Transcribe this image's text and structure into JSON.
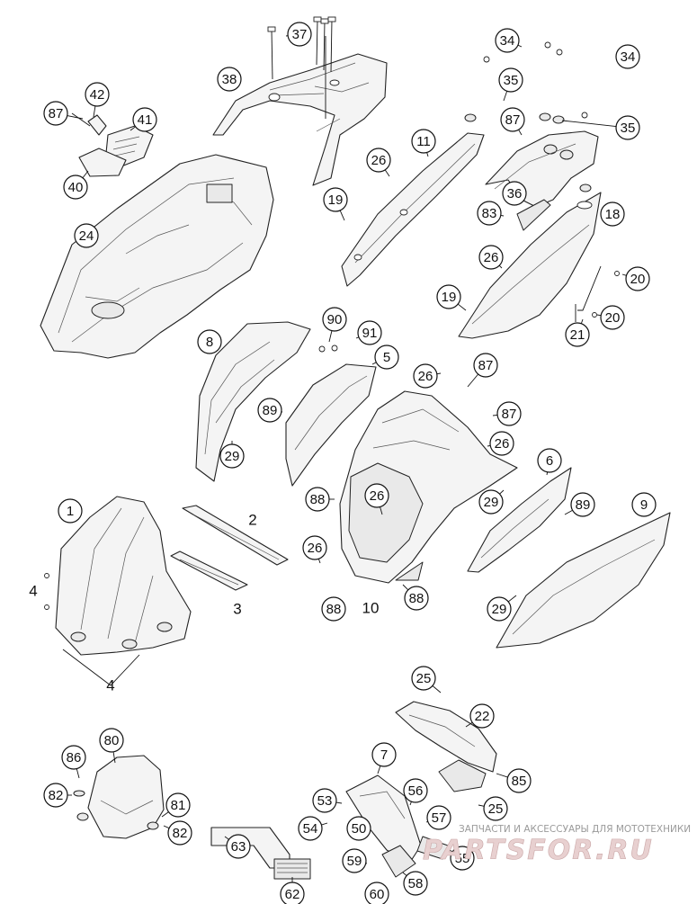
{
  "callouts": {
    "c37": "37",
    "c38": "38",
    "c42": "42",
    "c87a": "87",
    "c41": "41",
    "c40": "40",
    "c24": "24",
    "c34a": "34",
    "c34b": "34",
    "c35a": "35",
    "c87b": "87",
    "c35b": "35",
    "c11": "11",
    "c26a": "26",
    "c36": "36",
    "c19a": "19",
    "c83": "83",
    "c18": "18",
    "c26b": "26",
    "c20a": "20",
    "c19b": "19",
    "c20b": "20",
    "c21": "21",
    "c90": "90",
    "c91": "91",
    "c8": "8",
    "c5": "5",
    "c26c": "26",
    "c87c": "87",
    "c87d": "87",
    "c89a": "89",
    "c29a": "29",
    "c26d": "26",
    "c6": "6",
    "c88a": "88",
    "c26e": "26",
    "c29b": "29",
    "c89b": "89",
    "c9": "9",
    "c1": "1",
    "c2": "2",
    "c26f": "26",
    "c4a": "4",
    "c3": "3",
    "c88b": "88",
    "c10": "10",
    "c88c": "88",
    "c29c": "29",
    "c4b": "4",
    "c25a": "25",
    "c22": "22",
    "c80": "80",
    "c86": "86",
    "c7": "7",
    "c85": "85",
    "c82a": "82",
    "c81": "81",
    "c53": "53",
    "c56": "56",
    "c25b": "25",
    "c82b": "82",
    "c54": "54",
    "c50": "50",
    "c57": "57",
    "c63": "63",
    "c59": "59",
    "c55": "55",
    "c58": "58",
    "c62": "62",
    "c60": "60"
  },
  "watermark": {
    "text": "ЗАПЧАСТИ И АКСЕССУАРЫ ДЛЯ МОТОТЕХНИКИ",
    "logo": "PARTSFOR.RU"
  }
}
